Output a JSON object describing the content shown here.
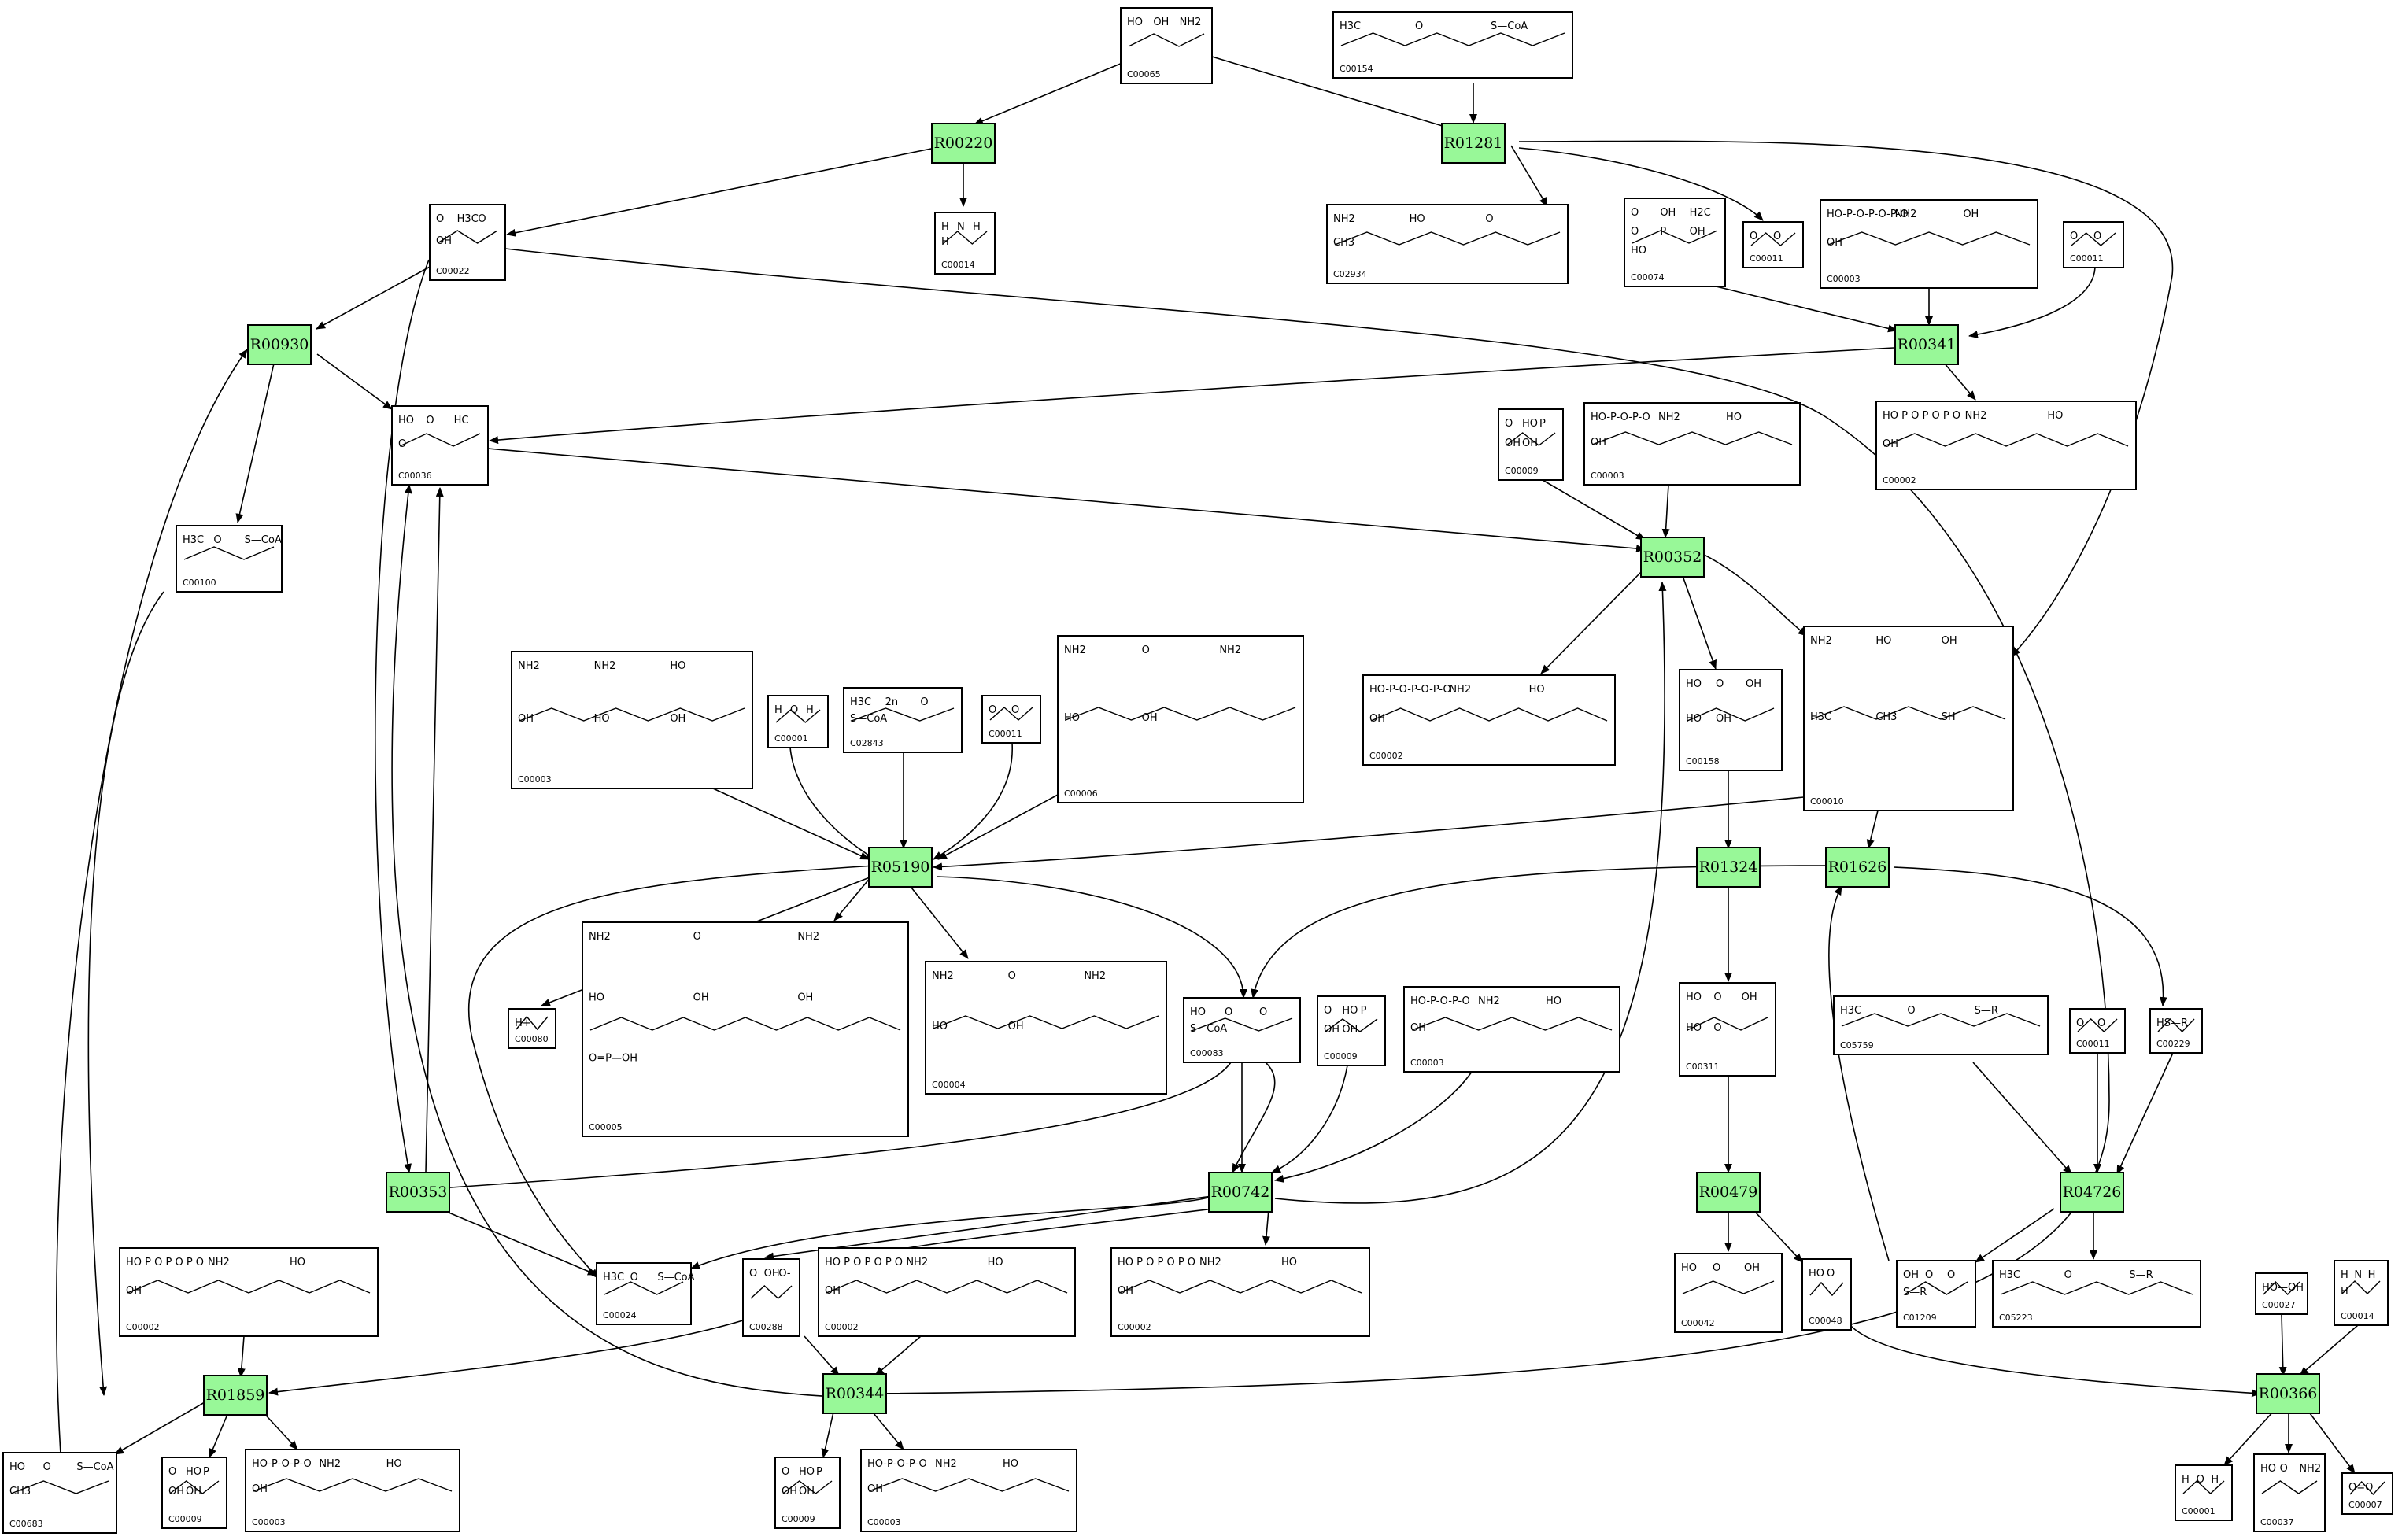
{
  "colors": {
    "reaction_fill": "#98f898",
    "border": "#000000",
    "background": "#ffffff"
  },
  "reactions": [
    {
      "id": "R00220",
      "label": "R00220"
    },
    {
      "id": "R01281",
      "label": "R01281"
    },
    {
      "id": "R00930",
      "label": "R00930"
    },
    {
      "id": "R00341",
      "label": "R00341"
    },
    {
      "id": "R00352",
      "label": "R00352"
    },
    {
      "id": "R05190",
      "label": "R05190"
    },
    {
      "id": "R01324",
      "label": "R01324"
    },
    {
      "id": "R01626",
      "label": "R01626"
    },
    {
      "id": "R00353",
      "label": "R00353"
    },
    {
      "id": "R00742",
      "label": "R00742"
    },
    {
      "id": "R00479",
      "label": "R00479"
    },
    {
      "id": "R04726",
      "label": "R04726"
    },
    {
      "id": "R01859",
      "label": "R01859"
    },
    {
      "id": "R00344",
      "label": "R00344"
    },
    {
      "id": "R00366",
      "label": "R00366"
    }
  ],
  "compounds": [
    {
      "key": "c00065",
      "id": "C00065",
      "atoms": [
        "HO",
        "OH",
        "NH2"
      ]
    },
    {
      "key": "c00154",
      "id": "C00154",
      "atoms": [
        "H3C",
        "O",
        "S—CoA"
      ]
    },
    {
      "key": "c00014_top",
      "id": "C00014",
      "atoms": [
        "H",
        "N",
        "H",
        "H"
      ]
    },
    {
      "key": "c00022",
      "id": "C00022",
      "atoms": [
        "O",
        "H3C",
        "O",
        "OH"
      ]
    },
    {
      "key": "c02934",
      "id": "C02934",
      "atoms": [
        "NH2",
        "HO",
        "O",
        "CH3"
      ]
    },
    {
      "key": "c00011_a",
      "id": "C00011",
      "atoms": [
        "O",
        "O"
      ]
    },
    {
      "key": "c00074",
      "id": "C00074",
      "atoms": [
        "O",
        "OH",
        "H2C",
        "O",
        "P",
        "OH",
        "HO"
      ]
    },
    {
      "key": "c00003_top",
      "id": "C00003",
      "atoms": [
        "HO-P-O-P-O-P-O",
        "NH2",
        "OH",
        "OH"
      ]
    },
    {
      "key": "c00011_b",
      "id": "C00011",
      "atoms": [
        "O",
        "O"
      ]
    },
    {
      "key": "c00036",
      "id": "C00036",
      "atoms": [
        "HO",
        "O",
        "HC",
        "O"
      ]
    },
    {
      "key": "c00100",
      "id": "C00100",
      "atoms": [
        "H3C",
        "O",
        "S—CoA"
      ]
    },
    {
      "key": "c00009_a",
      "id": "C00009",
      "atoms": [
        "O",
        "HO",
        "P",
        "OH",
        "OH"
      ]
    },
    {
      "key": "c00003_b",
      "id": "C00003",
      "atoms": [
        "HO-P-O-P-O",
        "NH2",
        "HO",
        "OH"
      ]
    },
    {
      "key": "c00002_a",
      "id": "C00002",
      "atoms": [
        "HO P O P O P O",
        "NH2",
        "HO",
        "OH"
      ]
    },
    {
      "key": "c00003_c",
      "id": "C00003",
      "atoms": [
        "NH2",
        "NH2",
        "HO",
        "OH",
        "HO",
        "OH"
      ]
    },
    {
      "key": "c00001_a",
      "id": "C00001",
      "atoms": [
        "H",
        "O",
        "H"
      ]
    },
    {
      "key": "c02843",
      "id": "C02843",
      "atoms": [
        "H3C",
        "2n",
        "O",
        "S—CoA"
      ]
    },
    {
      "key": "c00011_c",
      "id": "C00011",
      "atoms": [
        "O",
        "O"
      ]
    },
    {
      "key": "c00006",
      "id": "C00006",
      "atoms": [
        "NH2",
        "O",
        "NH2",
        "HO",
        "OH"
      ]
    },
    {
      "key": "c00002_b",
      "id": "C00002",
      "atoms": [
        "HO-P-O-P-O-P-O",
        "NH2",
        "HO",
        "OH"
      ]
    },
    {
      "key": "c00158",
      "id": "C00158",
      "atoms": [
        "HO",
        "O",
        "OH",
        "HO",
        "OH"
      ]
    },
    {
      "key": "c00010",
      "id": "C00010",
      "atoms": [
        "NH2",
        "HO",
        "OH",
        "H3C",
        "CH3",
        "SH"
      ]
    },
    {
      "key": "c00080",
      "id": "C00080",
      "atoms": [
        "H+"
      ]
    },
    {
      "key": "c00005",
      "id": "C00005",
      "atoms": [
        "NH2",
        "O",
        "NH2",
        "HO",
        "OH",
        "OH",
        "O=P—OH"
      ]
    },
    {
      "key": "c00004",
      "id": "C00004",
      "atoms": [
        "NH2",
        "O",
        "NH2",
        "HO",
        "OH"
      ]
    },
    {
      "key": "c00083",
      "id": "C00083",
      "atoms": [
        "HO",
        "O",
        "O",
        "S—CoA"
      ]
    },
    {
      "key": "c00009_b",
      "id": "C00009",
      "atoms": [
        "O",
        "HO",
        "P",
        "OH",
        "OH"
      ]
    },
    {
      "key": "c00003_d",
      "id": "C00003",
      "atoms": [
        "HO-P-O-P-O",
        "NH2",
        "HO",
        "OH"
      ]
    },
    {
      "key": "c00311",
      "id": "C00311",
      "atoms": [
        "HO",
        "O",
        "OH",
        "HO",
        "O"
      ]
    },
    {
      "key": "c05759",
      "id": "C05759",
      "atoms": [
        "H3C",
        "O",
        "S—R"
      ]
    },
    {
      "key": "c00011_d",
      "id": "C00011",
      "atoms": [
        "O",
        "O"
      ]
    },
    {
      "key": "c00229",
      "id": "C00229",
      "atoms": [
        "HS—R"
      ]
    },
    {
      "key": "c00002_c",
      "id": "C00002",
      "atoms": [
        "HO P O P O P O",
        "NH2",
        "HO",
        "OH"
      ]
    },
    {
      "key": "c00024",
      "id": "C00024",
      "atoms": [
        "H3C",
        "O",
        "S—CoA"
      ]
    },
    {
      "key": "c00288",
      "id": "C00288",
      "atoms": [
        "O",
        "OH",
        "O-"
      ]
    },
    {
      "key": "c00002_d",
      "id": "C00002",
      "atoms": [
        "HO P O P O P O",
        "NH2",
        "HO",
        "OH"
      ]
    },
    {
      "key": "c00002_e",
      "id": "C00002",
      "atoms": [
        "HO P O P O P O",
        "NH2",
        "HO",
        "OH"
      ]
    },
    {
      "key": "c00042",
      "id": "C00042",
      "atoms": [
        "HO",
        "O",
        "OH"
      ]
    },
    {
      "key": "c00048",
      "id": "C00048",
      "atoms": [
        "HO",
        "O"
      ]
    },
    {
      "key": "c01209",
      "id": "C01209",
      "atoms": [
        "OH",
        "O",
        "O",
        "S—R"
      ]
    },
    {
      "key": "c05223",
      "id": "C05223",
      "atoms": [
        "H3C",
        "O",
        "S—R"
      ]
    },
    {
      "key": "c00027",
      "id": "C00027",
      "atoms": [
        "HO—OH"
      ]
    },
    {
      "key": "c00014_b",
      "id": "C00014",
      "atoms": [
        "H",
        "N",
        "H",
        "H"
      ]
    },
    {
      "key": "c00683",
      "id": "C00683",
      "atoms": [
        "HO",
        "O",
        "S—CoA",
        "CH3"
      ]
    },
    {
      "key": "c00009_c",
      "id": "C00009",
      "atoms": [
        "O",
        "HO",
        "P",
        "OH",
        "OH"
      ]
    },
    {
      "key": "c00003_e",
      "id": "C00003",
      "atoms": [
        "HO-P-O-P-O",
        "NH2",
        "HO",
        "OH"
      ]
    },
    {
      "key": "c00009_d",
      "id": "C00009",
      "atoms": [
        "O",
        "HO",
        "P",
        "OH",
        "OH"
      ]
    },
    {
      "key": "c00003_f",
      "id": "C00003",
      "atoms": [
        "HO-P-O-P-O",
        "NH2",
        "HO",
        "OH"
      ]
    },
    {
      "key": "c00001_b",
      "id": "C00001",
      "atoms": [
        "H",
        "O",
        "H"
      ]
    },
    {
      "key": "c00037",
      "id": "C00037",
      "atoms": [
        "HO",
        "O",
        "NH2"
      ]
    },
    {
      "key": "c00007",
      "id": "C00007",
      "atoms": [
        "O=O"
      ]
    }
  ]
}
